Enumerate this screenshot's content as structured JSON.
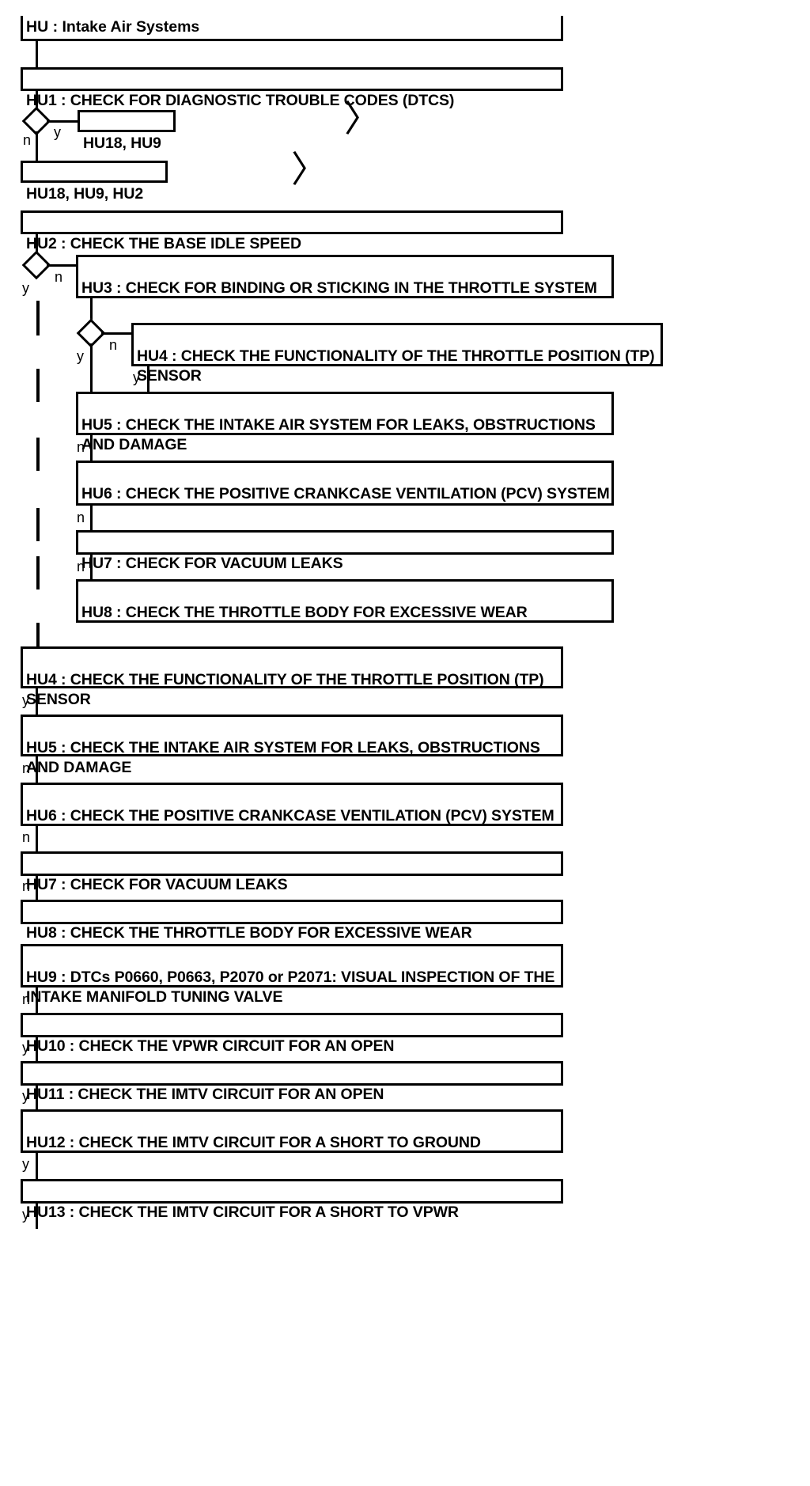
{
  "document": {
    "title": "HU : Intake Air Systems",
    "type": "diagnostic-flowchart"
  },
  "header": {
    "label": "HU : Intake Air Systems"
  },
  "branch_labels": {
    "yes": "y",
    "no": "n"
  },
  "nodes": {
    "hu1": "HU1 : CHECK FOR DIAGNOSTIC TROUBLE CODES (DTCS)",
    "ref1": "HU18, HU9",
    "ref2": "HU18, HU9, HU2",
    "hu2": "HU2 : CHECK THE BASE IDLE SPEED",
    "hu3_i": "HU3 : CHECK FOR BINDING OR STICKING IN THE THROTTLE SYSTEM",
    "hu4_i": "HU4 : CHECK THE FUNCTIONALITY OF THE THROTTLE POSITION (TP) SENSOR",
    "hu5_i": "HU5 : CHECK THE INTAKE AIR SYSTEM FOR LEAKS, OBSTRUCTIONS AND DAMAGE",
    "hu6_i": "HU6 : CHECK THE POSITIVE CRANKCASE VENTILATION (PCV) SYSTEM",
    "hu7_i": "HU7 : CHECK FOR VACUUM LEAKS",
    "hu8_i": "HU8 : CHECK THE THROTTLE BODY FOR EXCESSIVE WEAR",
    "hu4_m": "HU4 : CHECK THE FUNCTIONALITY OF THE THROTTLE POSITION (TP) SENSOR",
    "hu5_m": "HU5 : CHECK THE INTAKE AIR SYSTEM FOR LEAKS, OBSTRUCTIONS AND DAMAGE",
    "hu6_m": "HU6 : CHECK THE POSITIVE CRANKCASE VENTILATION (PCV) SYSTEM",
    "hu7_m": "HU7 : CHECK FOR VACUUM LEAKS",
    "hu8_m": "HU8 : CHECK THE THROTTLE BODY FOR EXCESSIVE WEAR",
    "hu9": "HU9 : DTCs P0660, P0663, P2070 or P2071: VISUAL INSPECTION OF THE INTAKE MANIFOLD TUNING VALVE",
    "hu10": "HU10 : CHECK THE VPWR CIRCUIT FOR AN OPEN",
    "hu11": "HU11 : CHECK THE IMTV CIRCUIT FOR AN OPEN",
    "hu12": "HU12 : CHECK THE IMTV CIRCUIT FOR A SHORT TO GROUND",
    "hu13": "HU13 : CHECK THE IMTV CIRCUIT FOR A SHORT TO VPWR"
  },
  "chevrons": {
    "glyph": "〉"
  },
  "edges": {
    "hu1_yes": "y",
    "hu1_no": "n",
    "hu2_yes": "y",
    "hu2_no": "n",
    "hu3_yes": "y",
    "hu3_no": "n",
    "hu4i_yes": "y",
    "hu4i_no": "n",
    "hu4i_down_yes": "y",
    "hu5i_no": "n",
    "hu6i_no": "n",
    "hu7i_no": "n",
    "hu4m_yes": "y",
    "hu5m_no": "n",
    "hu6m_no": "n",
    "hu7m_no": "n",
    "hu9_no": "n",
    "hu10_yes": "y",
    "hu11_yes": "y",
    "hu12_yes": "y",
    "hu13_yes": "y"
  },
  "colors": {
    "stroke": "#000000",
    "fill": "#ffffff"
  }
}
